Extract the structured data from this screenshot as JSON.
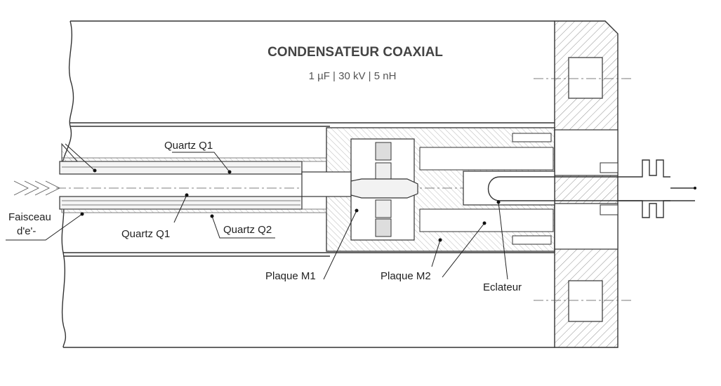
{
  "title": "CONDENSATEUR COAXIAL",
  "specs": "1 µF | 30 kV | 5 nH",
  "labels": {
    "quartz_q1_top": "Quartz Q1",
    "faisceau_line1": "Faisceau",
    "faisceau_line2": "d'e'-",
    "quartz_q1_bottom": "Quartz Q1",
    "quartz_q2": "Quartz Q2",
    "plaque_m1": "Plaque M1",
    "plaque_m2": "Plaque M2",
    "eclateur": "Eclateur"
  }
}
